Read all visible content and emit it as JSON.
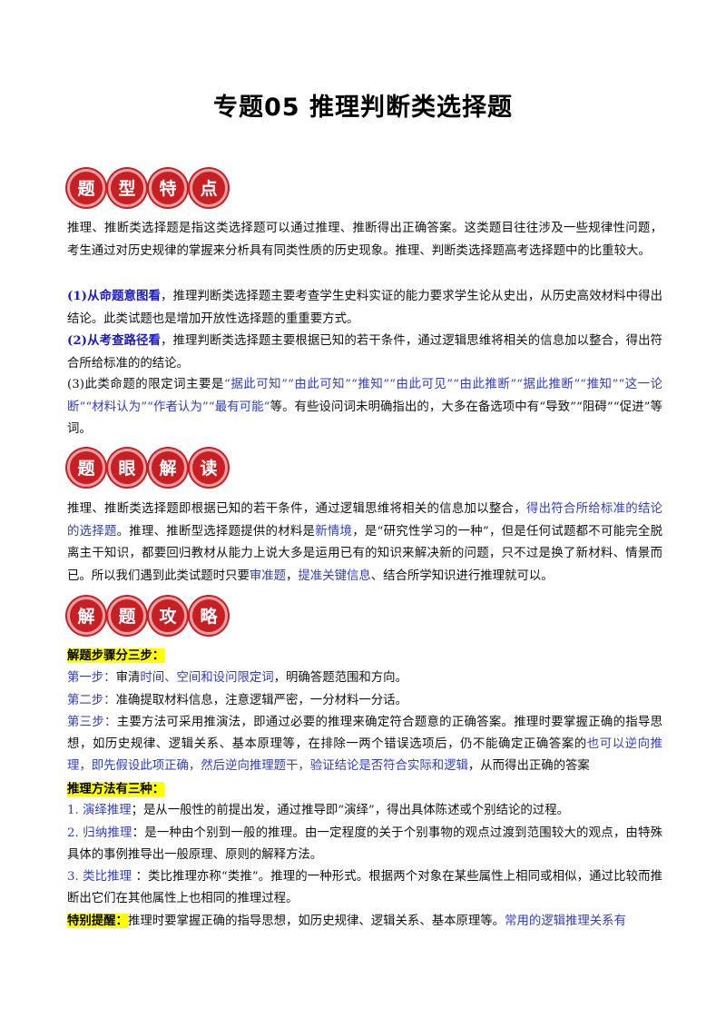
{
  "title": "专题05  推理判断类选择题",
  "badge_colors": {
    "fill": "#c81f25",
    "ring": "#eaa0a0"
  },
  "section1": {
    "badge": [
      "题",
      "型",
      "特",
      "点"
    ],
    "intro": "推理、推断类选择题是指这类选择题可以通过推理、推断得出正确答案。这类题目往往涉及一些规律性问题，考生通过对历史规律的掌握来分析具有同类性质的历史现象。推理、判断类选择题高考选择题中的比重较大。",
    "p1_bold": "(1)从命题意图看",
    "p1_rest": "，推理判断类选择题主要考查学生史料实证的能力要求学生论从史出，从历史高效材料中得出结论。此类试题也是增加开放性选择题的重重要方式。",
    "p2_bold": "(2)从考查路径看",
    "p2_rest": "，推理判断类选择题主要根据已知的若干条件，通过逻辑思维将相关的信息加以整合，得出符合所给标准的的结论。",
    "p3_start": "(3)此类命题的限定词主要是",
    "p3_words": "“据此可知”“由此可知”“推知”“由此可见”“由此推断”“据此推断”“推知”“这一论断”“材料认为”“作者认为”“最有可能”",
    "p3_end": "等。有些设问词未明确指出的，大多在备选项中有“导致”“阻碍”“促进”等词。"
  },
  "section2": {
    "badge": [
      "题",
      "眼",
      "解",
      "读"
    ],
    "t1": "推理、推断类选择题即根据已知的若干条件，通过逻辑思维将相关的信息加以整合，",
    "t2": "得出符合所给标准的结论的选择题",
    "t3": "。推理、推断型选择题提供的材料是",
    "t4": "新情境",
    "t5": "，是“研究性学习的一种”，但是任何试题都不可能完全脱离主干知识，都要回归教材从能力上说大多是运用已有的知识来解决新的问题，只不过是换了新材料、情景而已。所以我们遇到此类试题时只要",
    "t6": "审准题",
    "t7": "，",
    "t8": "提准关键信息",
    "t9": "、结合所学知识进行推理就可以。"
  },
  "section3": {
    "badge": [
      "解",
      "题",
      "攻",
      "略"
    ],
    "steps_heading": "解题步骤分三步：",
    "step1_label": "第一步：",
    "step1_a": "审清",
    "step1_b": "时间、空间和设问限定词",
    "step1_c": "，明确答题范围和方向。",
    "step2_label": "第二步：",
    "step2_text": "准确提取材料信息，注意逻辑严密，一分材料一分话。",
    "step3_label": "第三步：",
    "step3_a": "主要方法可采用推演法，即通过必要的推理来确定符合题意的正确答案。推理时要掌握正确的指导思想，如历史规律、逻辑关系、基本原理等，在排除一两个错误选项后，仍不能确定正确答案的",
    "step3_b": "也可以逆向推理，即先假设此项正确，然后逆向推理题干，验证结论是否符合实际和逻辑",
    "step3_c": "，从而得出正确的答案",
    "methods_heading": "推理方法有三种：",
    "m1_label": "1. 演绎推理",
    "m1_text": "；是从一般性的前提出发，通过推导即“演绎”，得出具体陈述或个别结论的过程。",
    "m2_label": "2. 归纳推理",
    "m2_text": "：是一种由个别到一般的推理。由一定程度的关于个别事物的观点过渡到范围较大的观点，由特殊具体的事例推导出一般原理、原则的解释方法。",
    "m3_label": "3. 类比推理",
    "m3_text": " ：类比推理亦称“类推”。推理的一种形式。根据两个对象在某些属性上相同或相似，通过比较而推断出它们在其他属性上也相同的推理过程。",
    "note_heading": "特别提醒：",
    "note_a": "推理时要掌握正确的指导思想，如历史规律、逻辑关系、基本原理等。",
    "note_b": "常用的逻辑推理关系有"
  }
}
